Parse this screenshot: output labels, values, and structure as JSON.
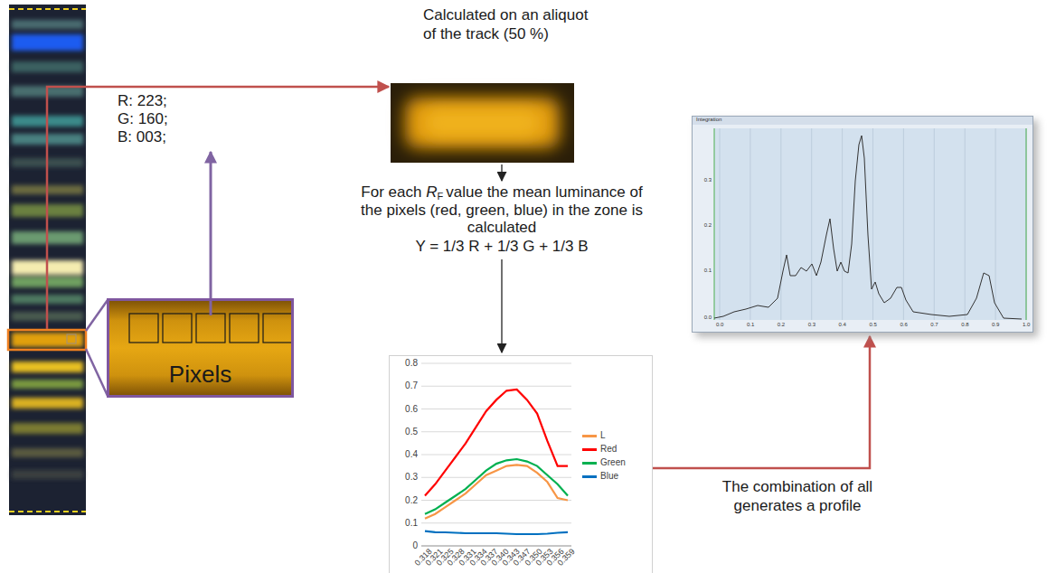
{
  "diagram": {
    "nodes": [
      {
        "text": [
          "Pixels"
        ]
      }
    ],
    "labels": [
      "R: 223;",
      "G: 160;",
      "B: 003;",
      "Calculated on an aliquot of the track (50 %)",
      "For each",
      "R",
      "F",
      "value the mean luminance of the pixels (red, green, blue) in the zone is calculated",
      "Y = 1/3 R + 1/3 G + 1/3 B",
      "0.8",
      "0.7",
      "0.6",
      "0.5",
      "0.4",
      "0.3",
      "0.2",
      "0.1",
      "0",
      "0.318",
      "0.321",
      "0.325",
      "0.328",
      "0.331",
      "0.334",
      "0.337",
      "0.340",
      "0.343",
      "0.347",
      "0.350",
      "0.353",
      "0.356",
      "0.359",
      "The combination of all generates a profile",
      "Integration",
      "0.3",
      "0.2",
      "0.1",
      "0.0",
      "0.0",
      "0.1",
      "0.2",
      "0.3",
      "0.4",
      "0.5",
      "0.6",
      "0.7",
      "0.8",
      "0.9",
      "1.0"
    ],
    "legend": [
      {
        "text": "L",
        "color": "#f79646"
      },
      {
        "text": "Red",
        "color": "#ff0000"
      },
      {
        "text": "Green",
        "color": "#00b050"
      },
      {
        "text": "Blue",
        "color": "#0070c0"
      }
    ]
  }
}
